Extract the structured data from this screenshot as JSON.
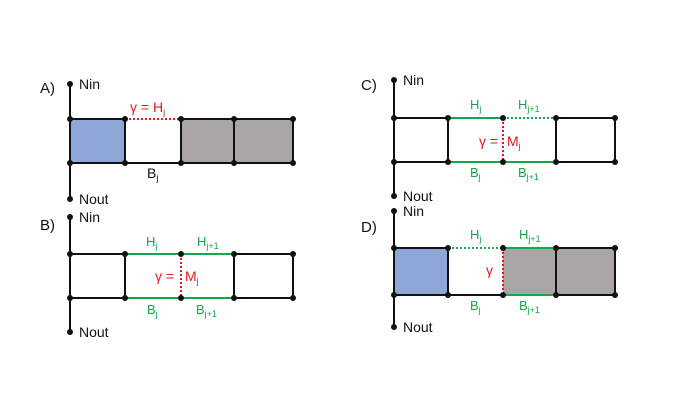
{
  "colors": {
    "line": "#111111",
    "green": "#13a84a",
    "red": "#e01b1b",
    "blue": "#8ea7d8",
    "gray": "#aaa5a5"
  },
  "panels": {
    "a": {
      "label": "A)",
      "nin": "Nin",
      "nout": "Nout",
      "gamma": "γ = H",
      "gamma_sub": "j",
      "b": "B",
      "b_sub": "j"
    },
    "b": {
      "label": "B)",
      "nin": "Nin",
      "nout": "Nout",
      "h1": "H",
      "h1_sub": "j",
      "h2": "H",
      "h2_sub": "j+1",
      "gamma": "γ =",
      "m": "M",
      "m_sub": "j",
      "b1": "B",
      "b1_sub": "j",
      "b2": "B",
      "b2_sub": "j+1"
    },
    "c": {
      "label": "C)",
      "nin": "Nin",
      "nout": "Nout",
      "h1": "H",
      "h1_sub": "j",
      "h2": "H",
      "h2_sub": "j+1",
      "gamma": "γ =",
      "m": "M",
      "m_sub": "j",
      "b1": "B",
      "b1_sub": "j",
      "b2": "B",
      "b2_sub": "j+1"
    },
    "d": {
      "label": "D)",
      "nin": "Nin",
      "nout": "Nout",
      "h1": "H",
      "h1_sub": "j",
      "h2": "H",
      "h2_sub": "j+1",
      "gamma": "γ",
      "b1": "B",
      "b1_sub": "j",
      "b2": "B",
      "b2_sub": "j+1"
    }
  }
}
